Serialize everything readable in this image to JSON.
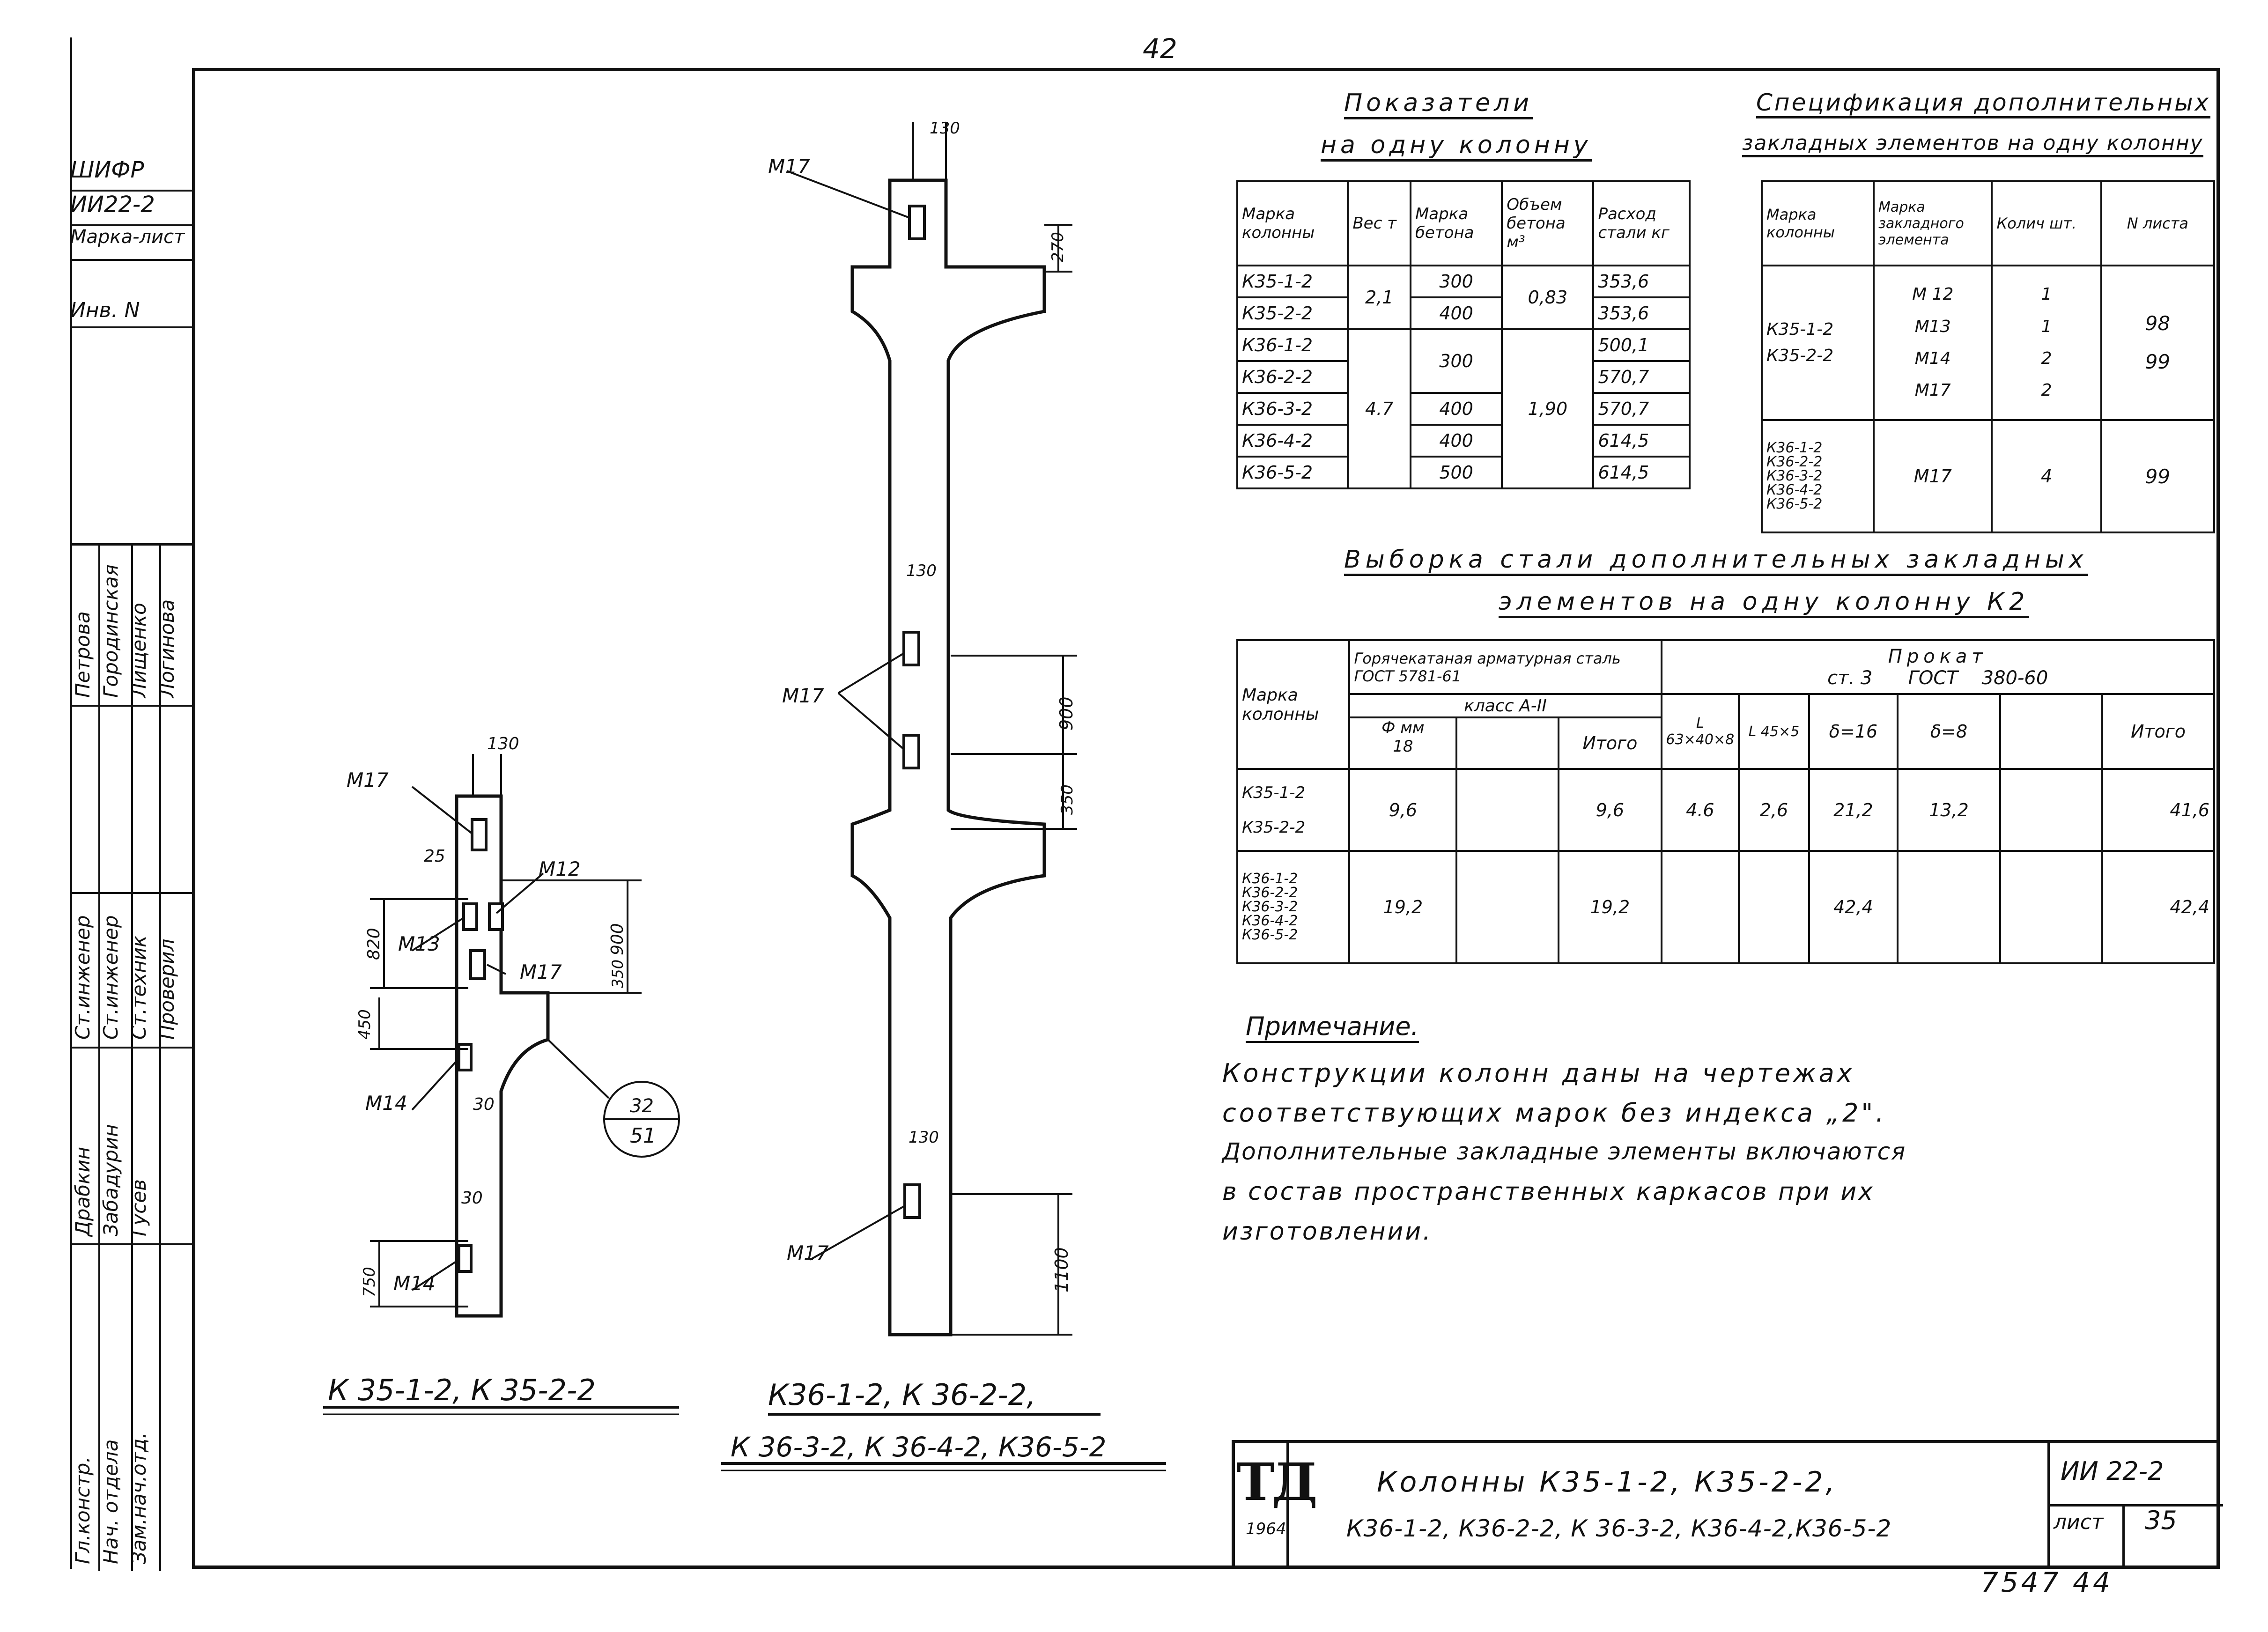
{
  "page_number": "42",
  "left_stamp": {
    "cells": [
      "ШИФР",
      "ИИ22-2",
      "Марка-лист",
      "Инв. N"
    ]
  },
  "side_block": {
    "roles": [
      "Гл.констр.",
      "Нач. отдела",
      "Зам.нач.отд."
    ],
    "role_names": [
      "Драбкин",
      "Забадурин",
      "Гусев"
    ],
    "roles2": [
      "Ст.инженер",
      "Ст.инженер",
      "Ст.техник",
      "Проверил"
    ],
    "role2_names": [
      "Петрова",
      "Городинская",
      "Лищенко",
      "Логинова"
    ]
  },
  "indicators": {
    "title_line1": "Показатели",
    "title_line2": "на одну колонну",
    "headers": [
      "Марка колонны",
      "Вес т",
      "Марка бетона",
      "Объем бетона м³",
      "Расход стали кг"
    ],
    "rows": [
      {
        "mark": "К35-1-2",
        "steel": "353,6"
      },
      {
        "mark": "К35-2-2",
        "steel": "353,6"
      },
      {
        "mark": "К36-1-2",
        "steel": "500,1"
      },
      {
        "mark": "К36-2-2",
        "steel": "570,7"
      },
      {
        "mark": "К36-3-2",
        "steel": "570,7"
      },
      {
        "mark": "К36-4-2",
        "steel": "614,5"
      },
      {
        "mark": "К36-5-2",
        "steel": "614,5"
      }
    ],
    "weight_k35": "2,1",
    "weight_k36": "4.7",
    "concrete": [
      "300",
      "400",
      "300",
      "400",
      "400",
      "500"
    ],
    "volume_k35": "0,83",
    "volume_k36": "1,90"
  },
  "specification": {
    "title_line1": "Спецификация дополнительных",
    "title_line2": "закладных элементов на одну колонну",
    "headers": [
      "Марка колонны",
      "Марка закладного элемента",
      "Колич шт.",
      "N листа"
    ],
    "group1_columns": [
      "К35-1-2",
      "К35-2-2"
    ],
    "group1_elements": [
      "М 12",
      "М13",
      "М14",
      "М17"
    ],
    "group1_counts": [
      "1",
      "1",
      "2",
      "2"
    ],
    "group1_sheets": [
      "98",
      "99"
    ],
    "group2_columns": [
      "К36-1-2",
      "К36-2-2",
      "К36-3-2",
      "К36-4-2",
      "К36-5-2"
    ],
    "group2_element": "М17",
    "group2_count": "4",
    "group2_sheet": "99"
  },
  "steel_selection": {
    "title_line1": "Выборка стали дополнительных закладных",
    "title_line2": "элементов на одну колонну К2",
    "col_mark": "Марка колонны",
    "hot_rolled": "Горячекатаная арматурная сталь ГОСТ 5781-61",
    "class": "класс А-II",
    "diam": "Ф мм",
    "d18": "18",
    "itogo": "Итого",
    "prokat": "Прокат",
    "st3": "ст. 3",
    "gost": "ГОСТ",
    "gost_no": "380-60",
    "sub_headers": [
      "L 63×40×8",
      "L 45×5",
      "δ=16",
      "δ=8",
      "",
      "Итого"
    ],
    "row1_marks": [
      "К35-1-2",
      "К35-2-2"
    ],
    "row1_values": [
      "9,6",
      "",
      "9,6",
      "4.6",
      "2,6",
      "21,2",
      "13,2",
      "",
      "41,6"
    ],
    "row2_marks": [
      "К36-1-2",
      "К36-2-2",
      "К36-3-2",
      "К36-4-2",
      "К36-5-2"
    ],
    "row2_values": [
      "19,2",
      "",
      "19,2",
      "",
      "",
      "42,4",
      "",
      "",
      "42,4"
    ]
  },
  "note": {
    "title": "Примечание.",
    "lines": [
      "Конструкции колонн даны на чертежах",
      "соответствующих марок без индекса „2\".",
      "Дополнительные закладные элементы включаются",
      "в состав пространственных каркасов при их",
      "изготовлении."
    ]
  },
  "drawings": {
    "left_caption": "К 35-1-2, К 35-2-2",
    "mid_caption_line1": "К36-1-2, К 36-2-2,",
    "mid_caption_line2": "К 36-3-2, К 36-4-2, К36-5-2",
    "labels": {
      "m17": "М17",
      "m12": "М12",
      "m13": "М13",
      "m14": "М14",
      "d130": "130",
      "d270": "270",
      "d900": "900",
      "d350": "350",
      "d1100": "1100",
      "d25": "25",
      "d820": "820",
      "d450": "450",
      "d30": "30",
      "d750": "750",
      "circle_top": "32",
      "circle_bottom": "51"
    }
  },
  "title_block": {
    "logo": "ТД",
    "year": "1964",
    "line1": "Колонны К35-1-2, К35-2-2,",
    "line2": "К36-1-2, К36-2-2, К 36-3-2, К36-4-2,К36-5-2",
    "code": "ИИ 22-2",
    "sheet_label": "лист",
    "sheet_no": "35"
  },
  "footer_number": "7547 44"
}
